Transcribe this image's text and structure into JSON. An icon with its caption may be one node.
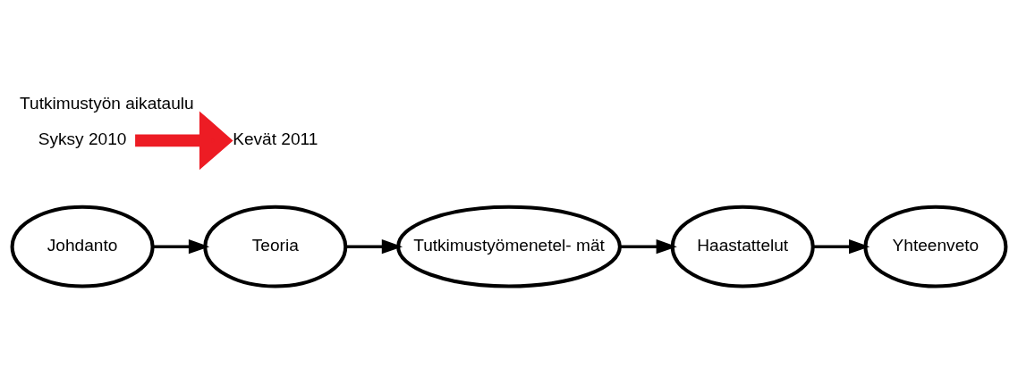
{
  "diagram": {
    "title": "Tutkimustyön aikataulu",
    "nodes": [
      {
        "text": [
          "Johdanto"
        ]
      },
      {
        "text": [
          "Teoria"
        ]
      },
      {
        "text": [
          "Tutkimustyömenetel- mät"
        ]
      },
      {
        "text": [
          "Haastattelut"
        ]
      },
      {
        "text": [
          "Yhteenveto"
        ]
      },
      {
        "text": [
          "Syksy 2010"
        ]
      },
      {
        "text": [
          "Kevät 2011"
        ]
      }
    ],
    "edges": [
      {
        "from": 0,
        "to": 1,
        "arrow": "to"
      },
      {
        "from": 1,
        "to": 2,
        "arrow": "to"
      },
      {
        "from": 2,
        "to": 3,
        "arrow": "to"
      },
      {
        "from": 3,
        "to": 4,
        "arrow": "to"
      },
      {
        "from": 5,
        "to": 6,
        "arrow": "to",
        "style": "thick",
        "color": "#ed1c24"
      }
    ]
  }
}
